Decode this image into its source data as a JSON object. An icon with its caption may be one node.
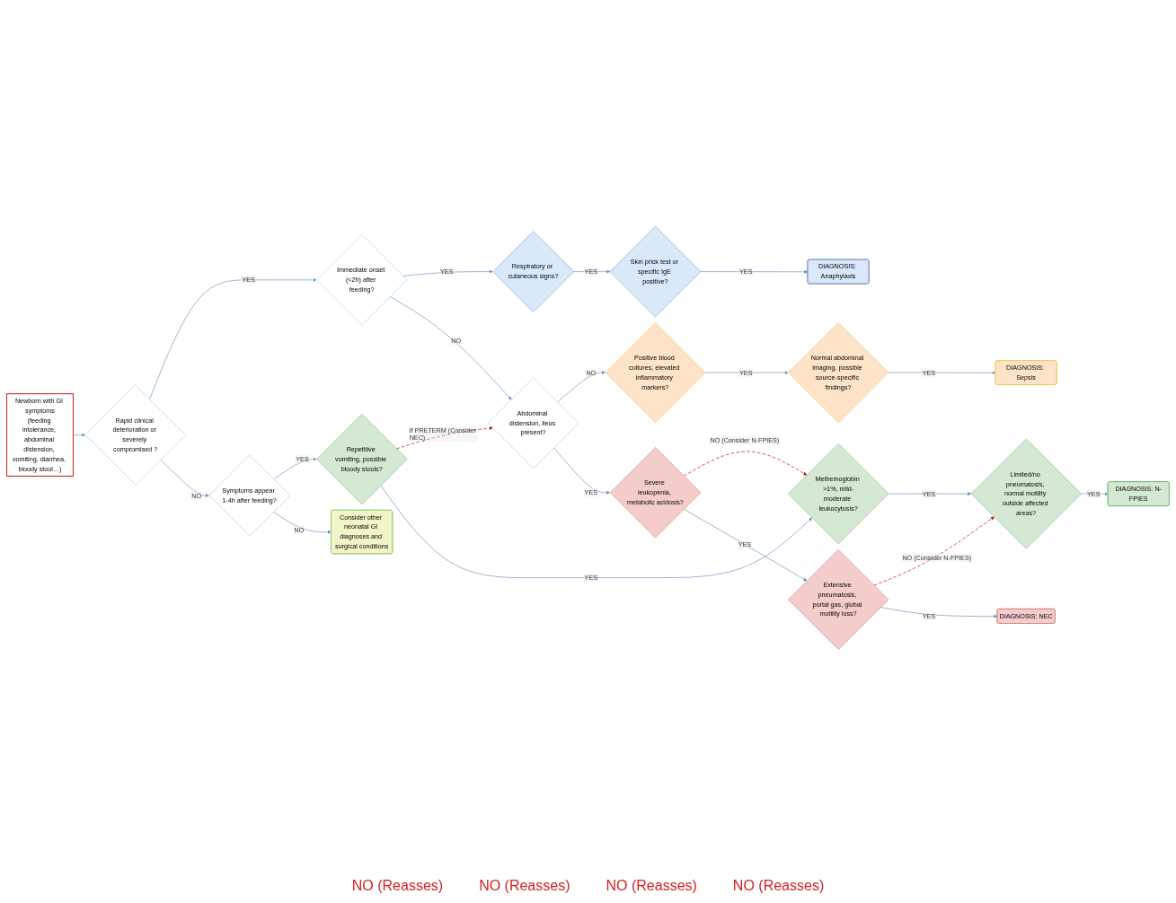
{
  "diagram": {
    "nodes": [
      {
        "text": [
          "Newborn with GI symptoms",
          "(feeding intolerance, abdominal distension, vomiting, diarrhea, bloody stool…)"
        ]
      },
      {
        "text": [
          "Rapid clinical deterioration or severely compromised ?"
        ]
      },
      {
        "text": [
          "Immediate onset (<2h) after feeding?"
        ]
      },
      {
        "text": [
          "Symptoms appear 1-4h after feeding?"
        ]
      },
      {
        "text": [
          "Respiratory or cutaneous signs?"
        ]
      },
      {
        "text": [
          "Abdominal distension, ileus present?"
        ]
      },
      {
        "text": [
          "Repetitive vomiting, possible bloody stools?"
        ]
      },
      {
        "text": [
          "Consider other neonatal GI diagnoses and surgical conditions"
        ]
      },
      {
        "text": [
          "Skin prick test or specific IgE positive?"
        ]
      },
      {
        "text": [
          "Positive blood cultures, elevated inflammatory markers?"
        ]
      },
      {
        "text": [
          "Severe leukopenia, metabolic acidosis?"
        ]
      },
      {
        "text": [
          "Methemoglobin >1%, mild-moderate leukocytosis?"
        ]
      },
      {
        "text": [
          "Normal abdominal imaging, possible source-specific findings?"
        ]
      },
      {
        "text": [
          "Extensive pneumatosis, portal gas, global motility loss?"
        ]
      },
      {
        "text": [
          "Limited/no pneumatosis, normal motility outside affected areas?"
        ]
      },
      {
        "text": [
          "DIAGNOSIS: Anaphylaxis"
        ]
      },
      {
        "text": [
          "DIAGNOSIS: Sepsis"
        ]
      },
      {
        "text": [
          "DIAGNOSIS: NEC"
        ]
      },
      {
        "text": [
          "DIAGNOSIS: N-FPIES"
        ]
      }
    ],
    "edges": [
      {
        "from": 0,
        "to": 1,
        "arrow": "to"
      },
      {
        "from": 1,
        "to": 2,
        "arrow": "to",
        "label": "YES"
      },
      {
        "from": 1,
        "to": 3,
        "arrow": "to",
        "label": "NO"
      },
      {
        "from": 2,
        "to": 4,
        "arrow": "to",
        "label": "YES"
      },
      {
        "from": 2,
        "to": 5,
        "arrow": "to",
        "label": "NO"
      },
      {
        "from": 3,
        "to": 6,
        "arrow": "to",
        "label": "YES"
      },
      {
        "from": 3,
        "to": 7,
        "arrow": "to",
        "label": "NO"
      },
      {
        "from": 4,
        "to": 8,
        "arrow": "to",
        "label": "YES"
      },
      {
        "from": 5,
        "to": 9,
        "arrow": "to",
        "label": "NO"
      },
      {
        "from": 5,
        "to": 10,
        "arrow": "to",
        "label": "YES"
      },
      {
        "from": 6,
        "to": 5,
        "arrow": "to",
        "label": "If PRETERM (Consider NEC)",
        "style": "dashed",
        "color": "#c00000"
      },
      {
        "from": 6,
        "to": 11,
        "arrow": "to",
        "label": "YES"
      },
      {
        "from": 9,
        "to": 12,
        "arrow": "to",
        "label": "YES"
      },
      {
        "from": 10,
        "to": 11,
        "arrow": "to",
        "label": "NO (Consider N-FPIES)",
        "style": "dashed",
        "color": "#c00000"
      },
      {
        "from": 10,
        "to": 13,
        "arrow": "to",
        "label": "YES"
      },
      {
        "from": 11,
        "to": 14,
        "arrow": "to",
        "label": "YES"
      },
      {
        "from": 13,
        "to": 14,
        "arrow": "to",
        "label": "NO (Consider N-FPIES)",
        "style": "dashed",
        "color": "#c00000"
      },
      {
        "from": 8,
        "to": 15,
        "arrow": "to",
        "label": "YES"
      },
      {
        "from": 12,
        "to": 16,
        "arrow": "to",
        "label": "YES"
      },
      {
        "from": 13,
        "to": 17,
        "arrow": "to",
        "label": "YES"
      },
      {
        "from": 14,
        "to": 18,
        "arrow": "to",
        "label": "YES"
      }
    ],
    "labels": [
      "NO (Reasses)",
      "NO (Reasses)",
      "NO (Reasses)",
      "NO (Reasses)"
    ]
  }
}
